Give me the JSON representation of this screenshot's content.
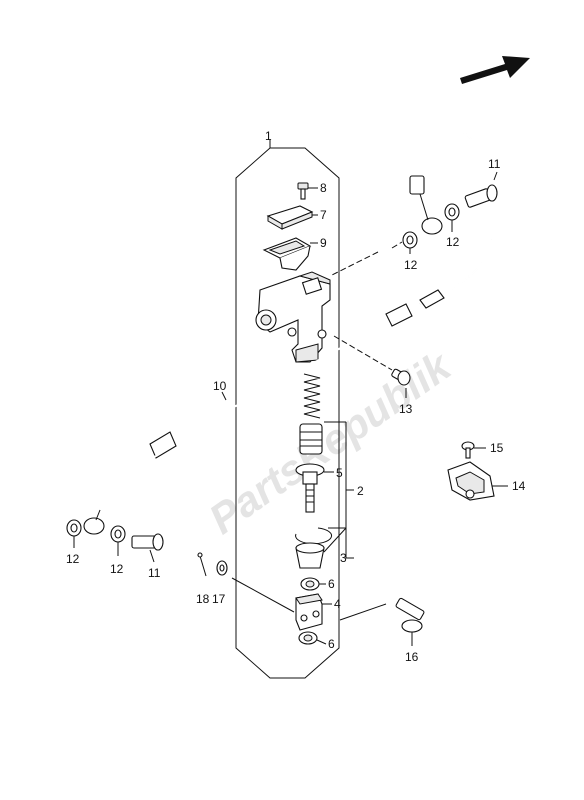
{
  "watermark": "PartsRepublik",
  "callouts": {
    "c1": "1",
    "c2": "2",
    "c3": "3",
    "c4": "4",
    "c5": "5",
    "c6a": "6",
    "c6b": "6",
    "c7": "7",
    "c8": "8",
    "c9": "9",
    "c10": "10",
    "c11a": "11",
    "c11b": "11",
    "c12a": "12",
    "c12b": "12",
    "c12c": "12",
    "c12d": "12",
    "c13": "13",
    "c14": "14",
    "c15": "15",
    "c16": "16",
    "c17": "17",
    "c18": "18"
  }
}
